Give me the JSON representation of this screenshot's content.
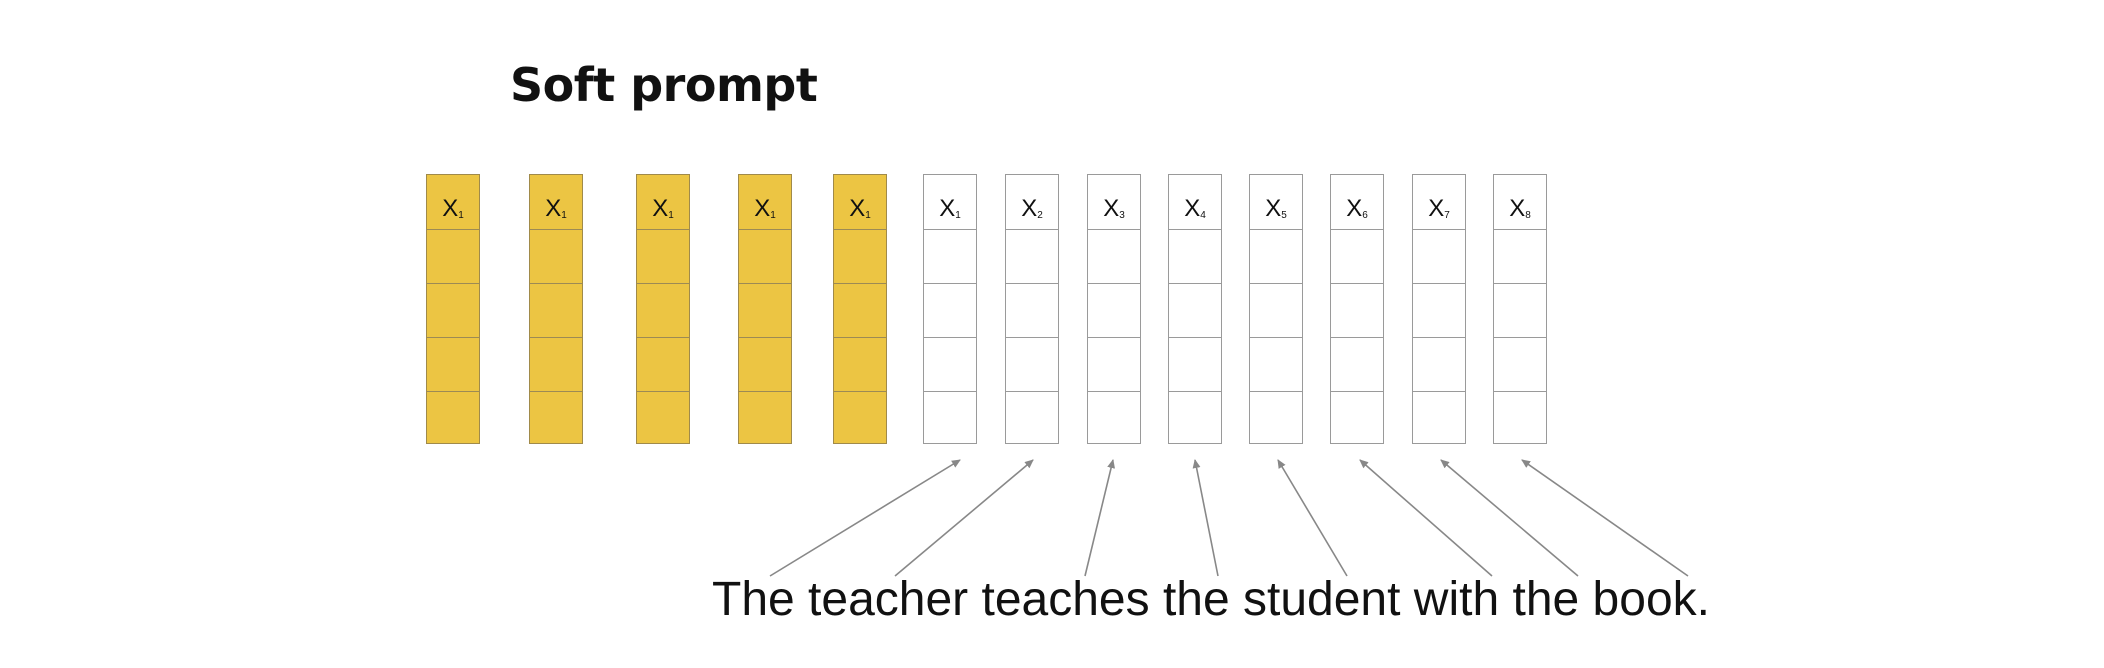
{
  "title": "Soft prompt",
  "sentence": "The teacher teaches the student with the book.",
  "soft_tokens": [
    {
      "base": "X",
      "sub": "1"
    },
    {
      "base": "X",
      "sub": "1"
    },
    {
      "base": "X",
      "sub": "1"
    },
    {
      "base": "X",
      "sub": "1"
    },
    {
      "base": "X",
      "sub": "1"
    }
  ],
  "input_tokens": [
    {
      "base": "X",
      "sub": "1"
    },
    {
      "base": "X",
      "sub": "2"
    },
    {
      "base": "X",
      "sub": "3"
    },
    {
      "base": "X",
      "sub": "4"
    },
    {
      "base": "X",
      "sub": "5"
    },
    {
      "base": "X",
      "sub": "6"
    },
    {
      "base": "X",
      "sub": "7"
    },
    {
      "base": "X",
      "sub": "8"
    }
  ],
  "colors": {
    "soft_fill": "#ecc543",
    "cell_border": "#9a9a9a",
    "arrow": "#888888",
    "text": "#111111"
  }
}
